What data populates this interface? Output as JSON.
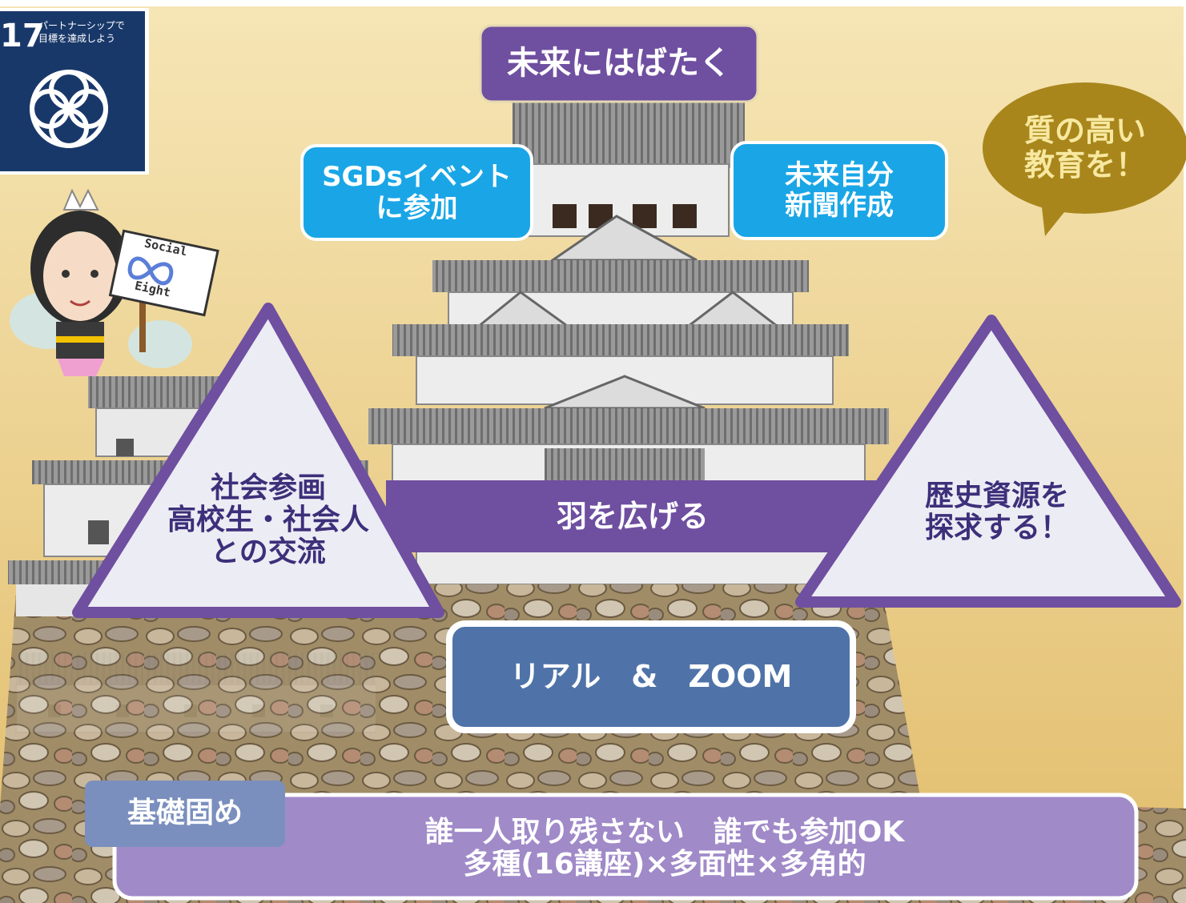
{
  "sdg_badge": {
    "number": "17",
    "title": "パートナーシップで\n目標を達成しよう"
  },
  "mascot": {
    "sign_line1": "Social",
    "sign_line2": "Eight"
  },
  "top_banner": "未来にはばたく",
  "event_box": "SGDsイベント\nに参加",
  "newspaper_box": "未来自分\n新聞作成",
  "speech_bubble": "質の高い\n教育を！",
  "left_triangle": "社会参画\n高校生・社会人\nとの交流",
  "right_triangle": "歴史資源を\n探求する！",
  "wings_banner": "羽を広げる",
  "real_zoom_box": "リアル　&　ZOOM",
  "foundation_tag": "基礎固め",
  "foundation_text": "誰一人取り残さない　誰でも参加OK\n多種(16講座)×多面性×多角的",
  "colors": {
    "purple": "#6f4fa0",
    "cyan": "#1aa6e6",
    "olive_bubble": "#a8861c",
    "steel_blue": "#4f73a8",
    "lavender": "#a08ac8",
    "sdg_navy": "#19386a"
  }
}
